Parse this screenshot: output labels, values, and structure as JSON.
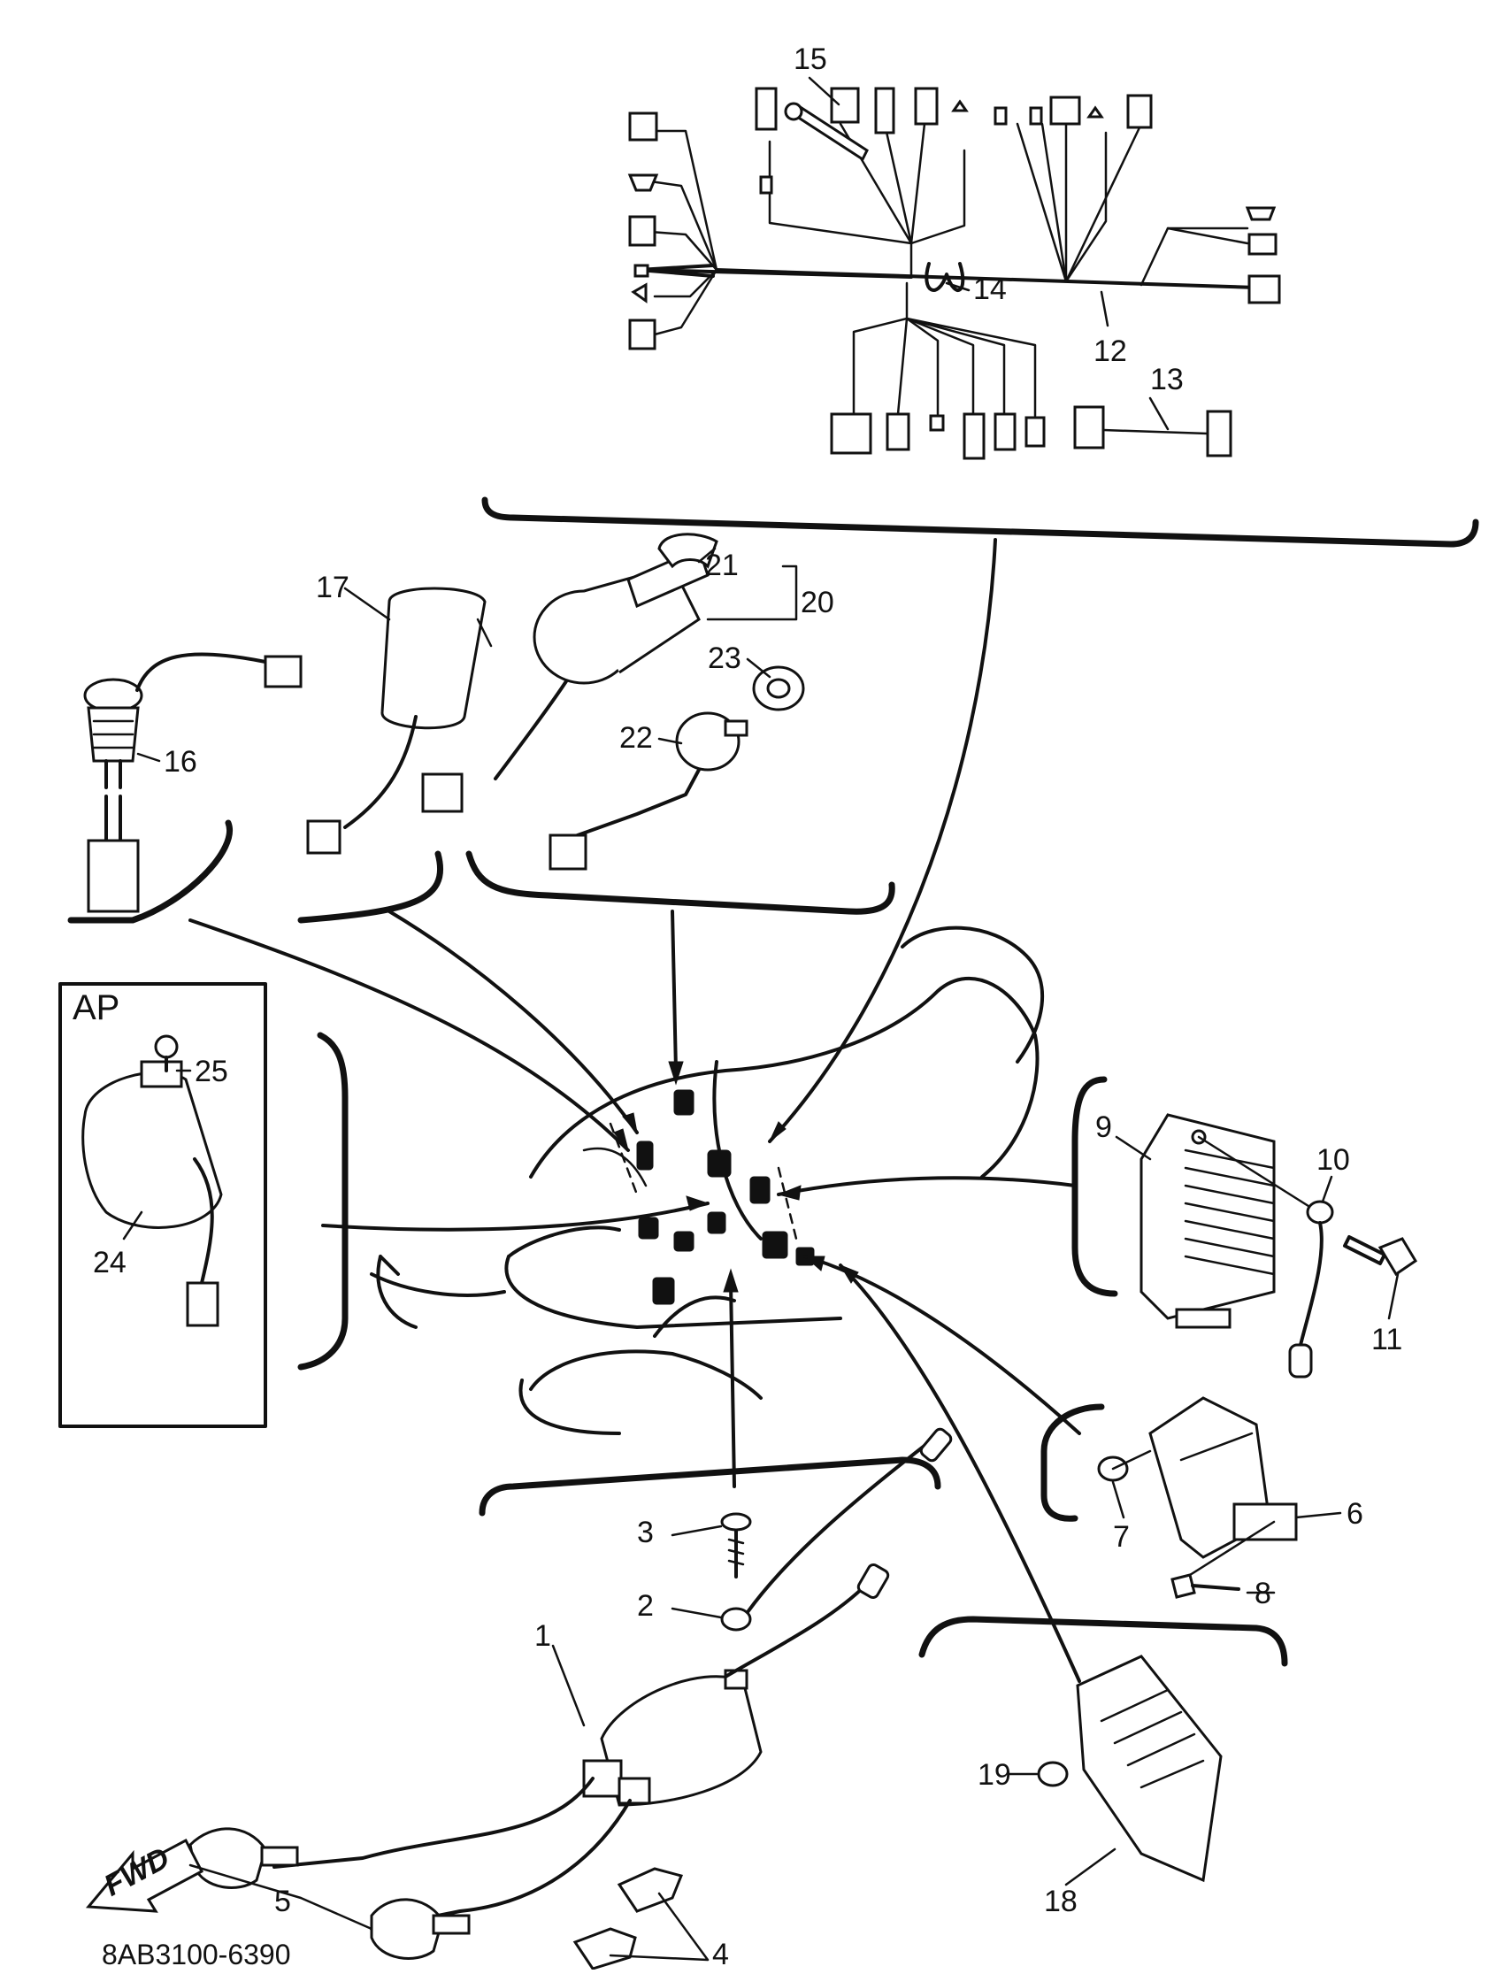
{
  "diagram": {
    "drawing_code": "8AB3100-6390",
    "inset_label": "AP",
    "fwd_label": "FWD",
    "callouts": {
      "n1": "1",
      "n2": "2",
      "n3": "3",
      "n4": "4",
      "n5": "5",
      "n6": "6",
      "n7": "7",
      "n8": "8",
      "n9": "9",
      "n10": "10",
      "n11": "11",
      "n12": "12",
      "n13": "13",
      "n14": "14",
      "n15": "15",
      "n16": "16",
      "n17": "17",
      "n18": "18",
      "n19": "19",
      "n20": "20",
      "n21": "21",
      "n22": "22",
      "n23": "23",
      "n24": "24",
      "n25": "25"
    }
  }
}
